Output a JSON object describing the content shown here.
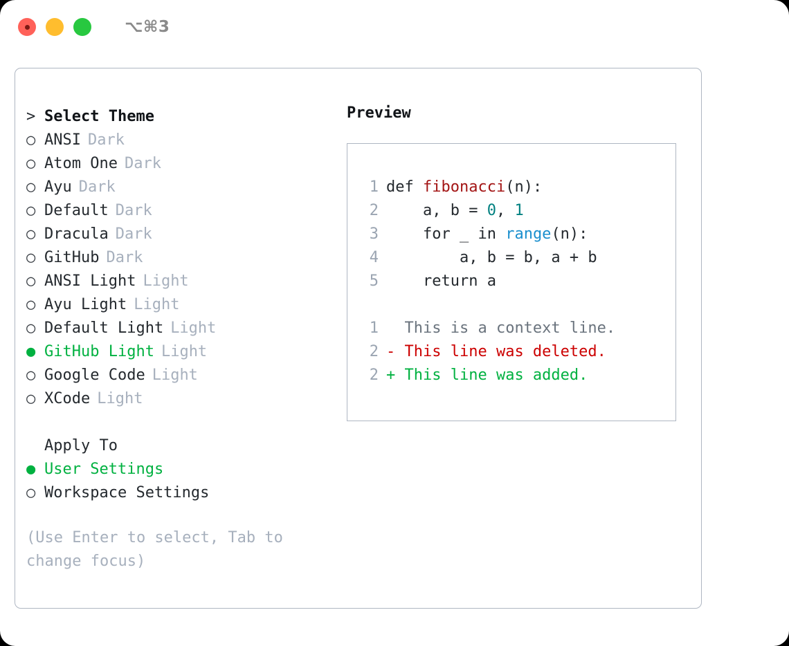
{
  "titlebar": {
    "shortcut": "⌥⌘3",
    "lights": [
      "close-red",
      "minimize-yellow",
      "zoom-green"
    ]
  },
  "theme_picker": {
    "header": {
      "marker": ">",
      "label": "Select Theme"
    },
    "items": [
      {
        "marker": "○",
        "label": "ANSI",
        "variant": "Dark",
        "selected": false
      },
      {
        "marker": "○",
        "label": "Atom One",
        "variant": "Dark",
        "selected": false
      },
      {
        "marker": "○",
        "label": "Ayu",
        "variant": "Dark",
        "selected": false
      },
      {
        "marker": "○",
        "label": "Default",
        "variant": "Dark",
        "selected": false
      },
      {
        "marker": "○",
        "label": "Dracula",
        "variant": "Dark",
        "selected": false
      },
      {
        "marker": "○",
        "label": "GitHub",
        "variant": "Dark",
        "selected": false
      },
      {
        "marker": "○",
        "label": "ANSI Light",
        "variant": "Light",
        "selected": false
      },
      {
        "marker": "○",
        "label": "Ayu Light",
        "variant": "Light",
        "selected": false
      },
      {
        "marker": "○",
        "label": "Default Light",
        "variant": "Light",
        "selected": false
      },
      {
        "marker": "●",
        "label": "GitHub Light",
        "variant": "Light",
        "selected": true
      },
      {
        "marker": "○",
        "label": "Google Code",
        "variant": "Light",
        "selected": false
      },
      {
        "marker": "○",
        "label": "XCode",
        "variant": "Light",
        "selected": false
      }
    ]
  },
  "apply_to": {
    "header": {
      "marker": "",
      "label": "Apply To"
    },
    "items": [
      {
        "marker": "●",
        "label": "User Settings",
        "selected": true
      },
      {
        "marker": "○",
        "label": "Workspace Settings",
        "selected": false
      }
    ]
  },
  "help_text": "(Use Enter to select, Tab to change focus)",
  "preview": {
    "title": "Preview",
    "code_lines": [
      {
        "num": "1",
        "indent": "",
        "tokens": [
          {
            "t": "def ",
            "k": "plain"
          },
          {
            "t": "fibonacci",
            "k": "fn"
          },
          {
            "t": "(n):",
            "k": "plain"
          }
        ]
      },
      {
        "num": "2",
        "indent": "    ",
        "tokens": [
          {
            "t": "a, b = ",
            "k": "plain"
          },
          {
            "t": "0",
            "k": "num"
          },
          {
            "t": ", ",
            "k": "plain"
          },
          {
            "t": "1",
            "k": "num"
          }
        ]
      },
      {
        "num": "3",
        "indent": "    ",
        "tokens": [
          {
            "t": "for _ in ",
            "k": "plain"
          },
          {
            "t": "range",
            "k": "call"
          },
          {
            "t": "(n):",
            "k": "plain"
          }
        ]
      },
      {
        "num": "4",
        "indent": "        ",
        "tokens": [
          {
            "t": "a, b = b, a + b",
            "k": "plain"
          }
        ]
      },
      {
        "num": "5",
        "indent": "    ",
        "tokens": [
          {
            "t": "return a",
            "k": "plain"
          }
        ]
      }
    ],
    "diff_lines": [
      {
        "num": "1",
        "sign": "  ",
        "text": "This is a context line.",
        "kind": "ctx"
      },
      {
        "num": "2",
        "sign": "- ",
        "text": "This line was deleted.",
        "kind": "del"
      },
      {
        "num": "2",
        "sign": "+ ",
        "text": "This line was added.",
        "kind": "add"
      }
    ]
  },
  "colors": {
    "accent_green": "#00b140",
    "muted": "#a7b0bd",
    "border": "#aeb6c2",
    "text": "#24292e",
    "diff_del": "#cc0000",
    "diff_add": "#00b140",
    "tok_fn": "#a31515",
    "tok_num": "#008080",
    "tok_call": "#1a8fce"
  }
}
